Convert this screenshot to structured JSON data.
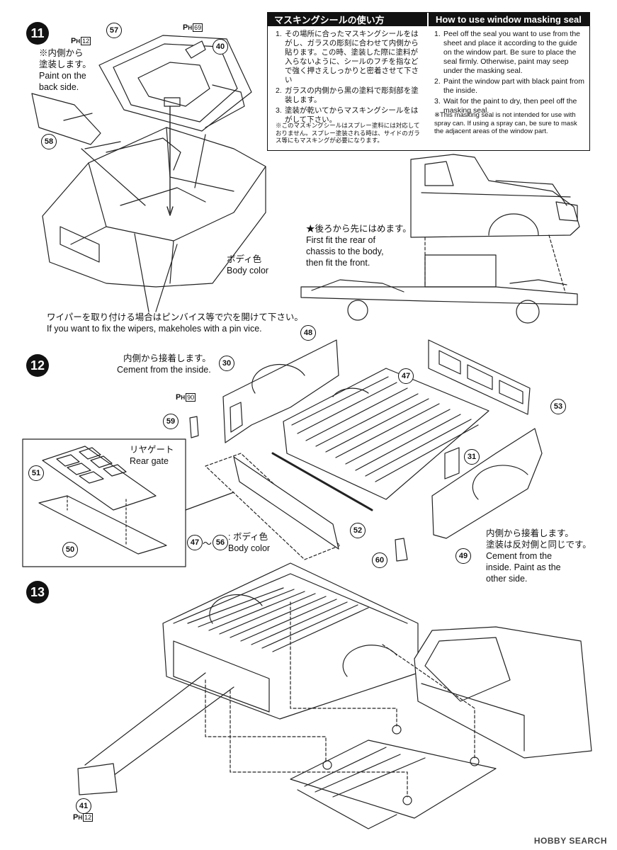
{
  "masking_box": {
    "jp_title": "マスキングシールの使い方",
    "en_title": "How to use window masking seal",
    "jp_steps": [
      "その場所に合ったマスキングシールをはがし、ガラスの彫刻に合わせて内側から貼ります。この時、塗装した際に塗料が入らないように、シールのフチを指などで強く押さえしっかりと密着させて下さい",
      "ガラスの内側から黒の塗料で彫刻部を塗装します。",
      "塗装が乾いてからマスキングシールをはがして下さい。"
    ],
    "jp_warning": "※このマスキングシールはスプレー塗料には対応しておりません。スプレー塗装される時は、サイドのガラス等にもマスキングが必要になります。",
    "en_steps": [
      "Peel off the seal you want to use from the sheet and place it according to the guide on the window part. Be sure to place the seal firmly. Otherwise, paint may seep under the masking seal.",
      "Paint the window part with black paint from the inside.",
      "Wait for the paint to dry, then peel off the masking seal."
    ],
    "en_warning": "※This masking seal is not intended for use with spray can. If using a spray can, be sure to mask the adjacent areas of the window part."
  },
  "steps": [
    "11",
    "12",
    "13"
  ],
  "parts": {
    "p57": "57",
    "p40": "40",
    "p58": "58",
    "p48": "48",
    "p30": "30",
    "p47": "47",
    "p53": "53",
    "p59": "59",
    "p51": "51",
    "p31": "31",
    "p50": "50",
    "p52": "52",
    "p49": "49",
    "p60": "60",
    "p47b": "47",
    "p56": "56",
    "p41": "41"
  },
  "ph": {
    "letter": "P",
    "sub": "H",
    "n12": "12",
    "n69": "69",
    "n90": "90",
    "n12b": "12"
  },
  "notes": {
    "paint_back": "※内側から\n塗装します。\nPaint on the\nback side.",
    "body_color": "ボディ色\nBody color",
    "wipers": "ワイパーを取り付ける場合はピンバイス等で穴を開けて下さい。\nIf you want to fix the wipers, makeholes with a pin vice.",
    "fit_rear": "★後ろから先にはめます。\nFirst fit the rear of\nchassis to the body,\nthen fit the front.",
    "cement_inside": "内側から接着します。\nCement from the inside.",
    "rear_gate": "リヤゲート\nRear gate",
    "range_sep": "～",
    "range_label": ": ボディ色\n  Body color",
    "cement_other": "内側から接着します。\n塗装は反対側と同じです。\nCement from the\ninside. Paint as the\nother side."
  },
  "watermark": "HOBBY SEARCH"
}
